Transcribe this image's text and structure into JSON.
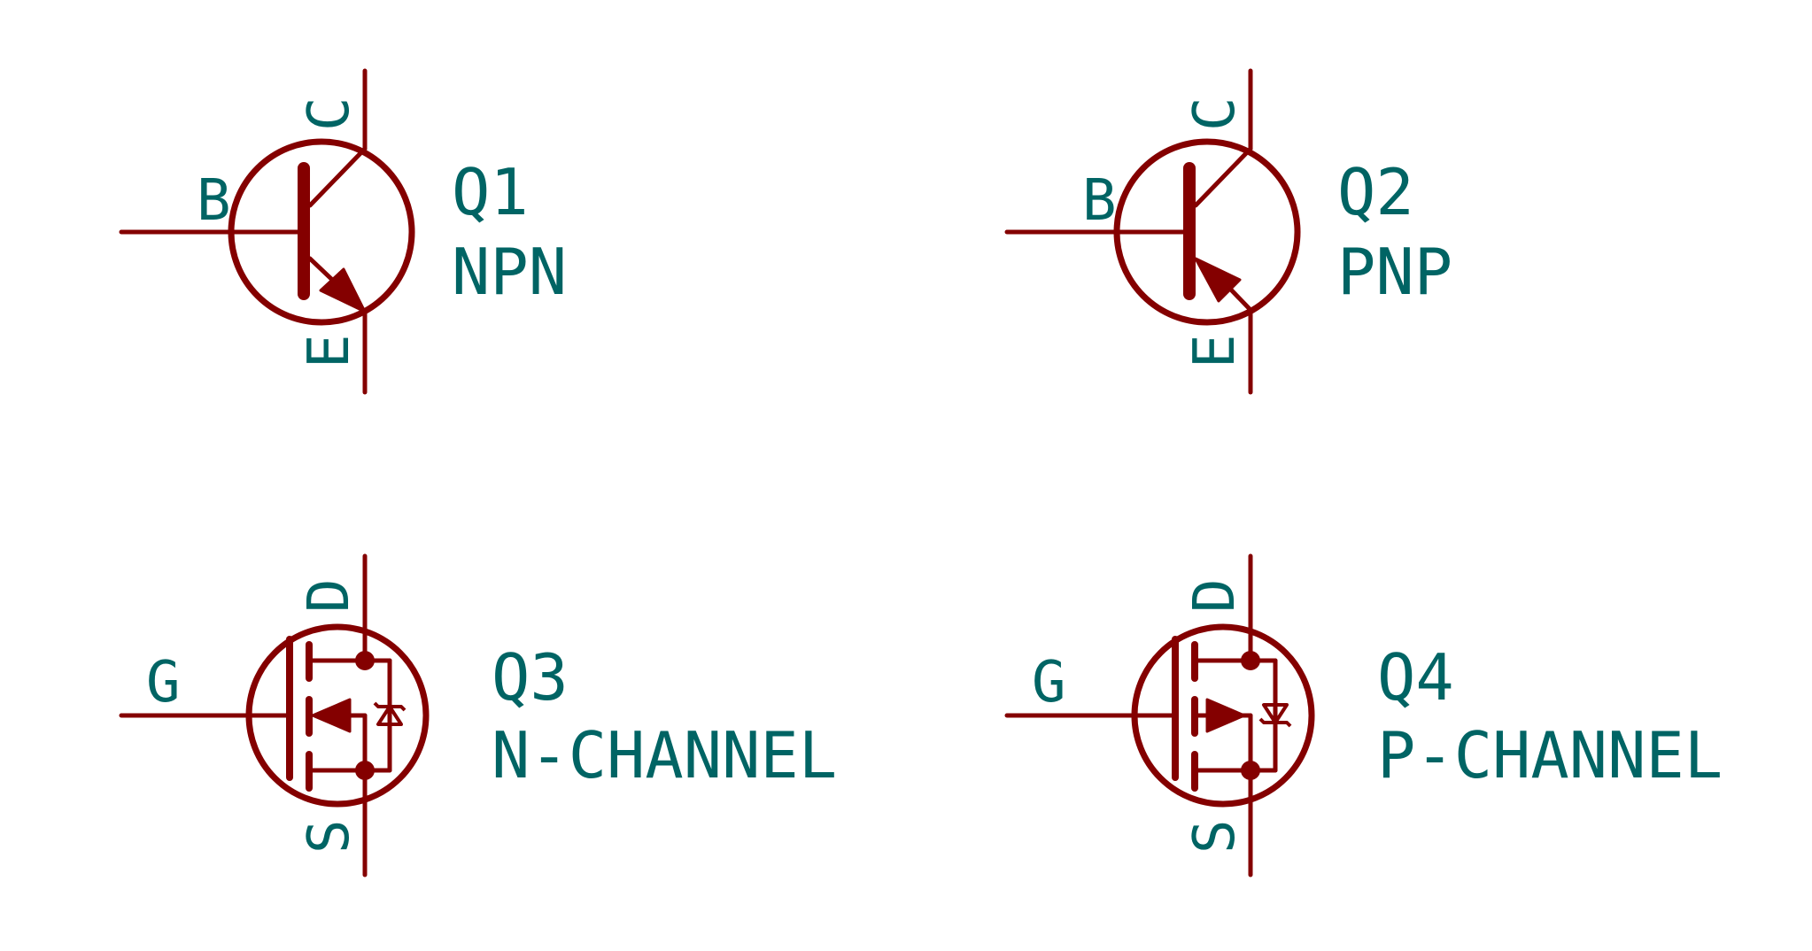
{
  "colors": {
    "symbol": "#840000",
    "text": "#006464",
    "background": "#ffffff"
  },
  "components": [
    {
      "ref": "Q1",
      "value": "NPN",
      "kind": "bjt-npn",
      "pins": {
        "base": "B",
        "collector": "C",
        "emitter": "E"
      }
    },
    {
      "ref": "Q2",
      "value": "PNP",
      "kind": "bjt-pnp",
      "pins": {
        "base": "B",
        "collector": "C",
        "emitter": "E"
      }
    },
    {
      "ref": "Q3",
      "value": "N-CHANNEL",
      "kind": "mosfet-n",
      "pins": {
        "gate": "G",
        "drain": "D",
        "source": "S"
      }
    },
    {
      "ref": "Q4",
      "value": "P-CHANNEL",
      "kind": "mosfet-p",
      "pins": {
        "gate": "G",
        "drain": "D",
        "source": "S"
      }
    }
  ]
}
